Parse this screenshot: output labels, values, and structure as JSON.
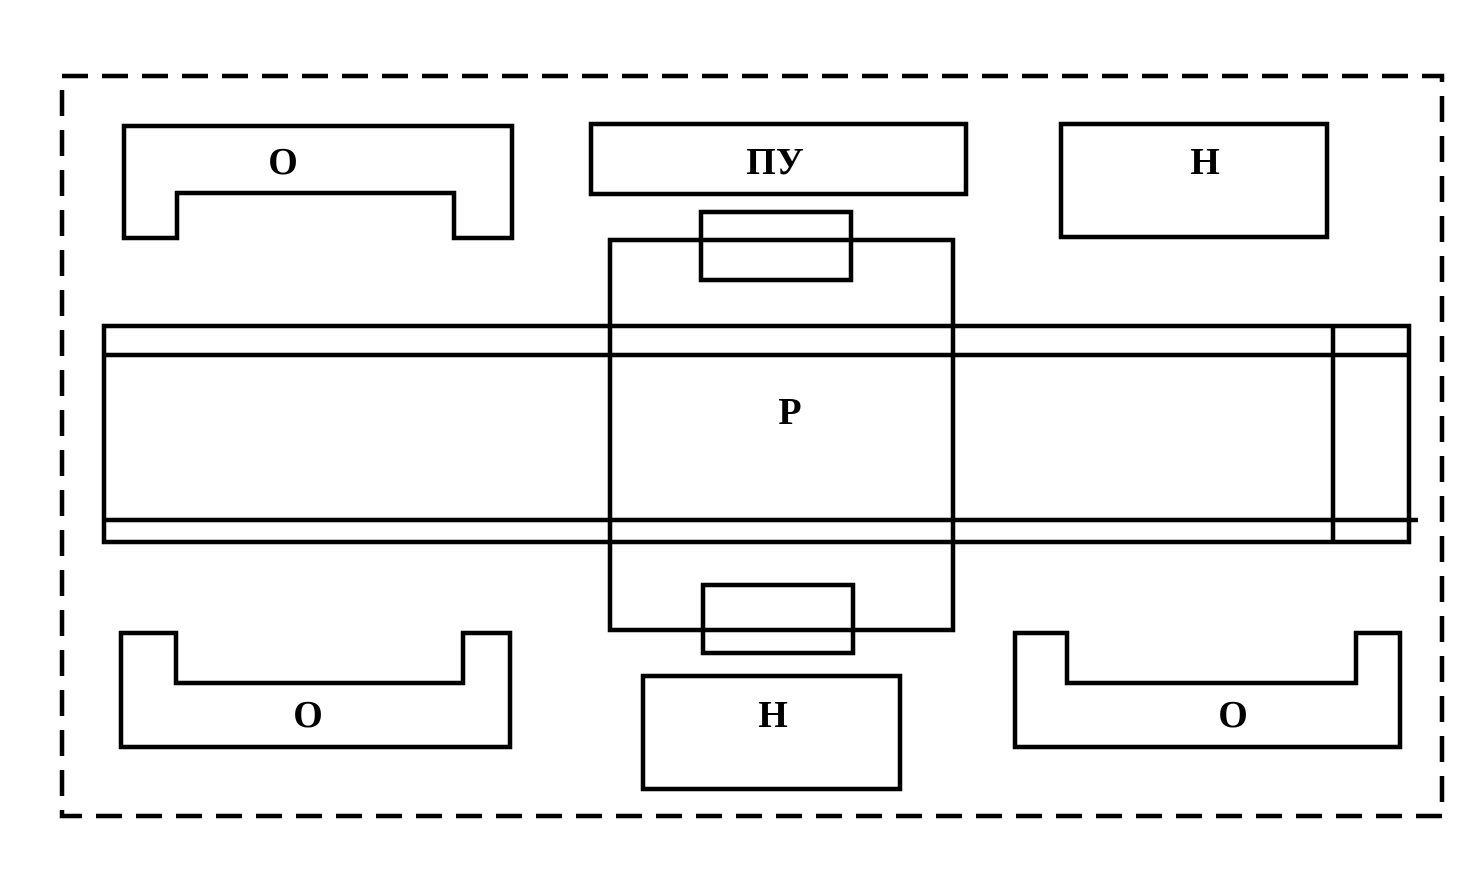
{
  "labels": {
    "top_left": "О",
    "top_center": "ПУ",
    "top_right": "Н",
    "center": "Р",
    "bottom_left": "О",
    "bottom_center": "Н",
    "bottom_right": "О"
  }
}
